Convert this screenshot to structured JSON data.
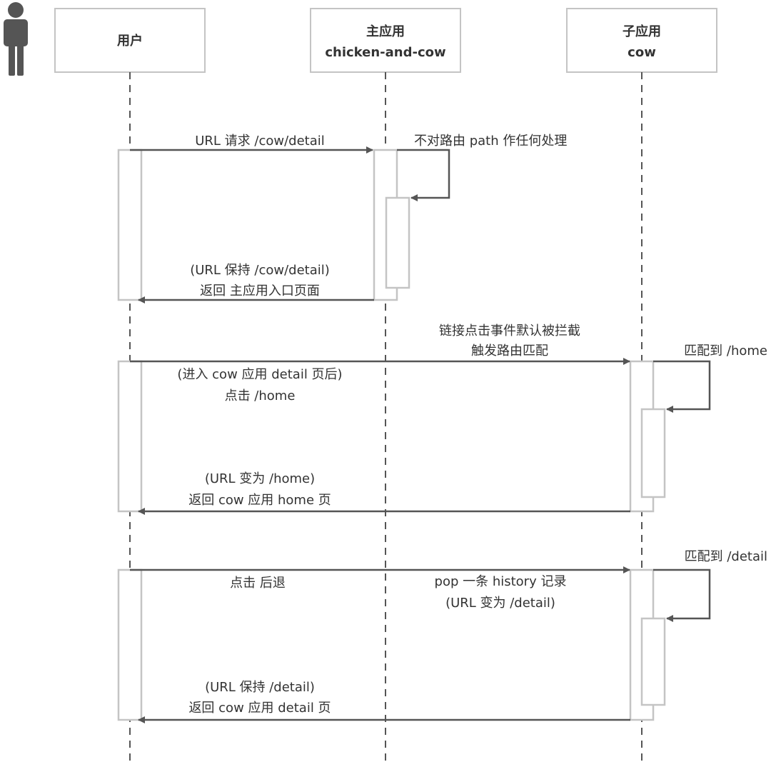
{
  "participants": [
    {
      "title": "用户",
      "subtitle": ""
    },
    {
      "title": "主应用",
      "subtitle": "chicken-and-cow"
    },
    {
      "title": "子应用",
      "subtitle": "cow"
    }
  ],
  "messages": {
    "m1": "URL 请求 /cow/detail",
    "m2": "不对路由 path 作任何处理",
    "m3_line1": "(URL 保持 /cow/detail)",
    "m3_line2": "返回 主应用入口页面",
    "m4_line1": "链接点击事件默认被拦截",
    "m4_line2": "触发路由匹配",
    "m5": "匹配到 /home",
    "m6_line1": "(进入 cow 应用 detail 页后)",
    "m6_line2": "点击 /home",
    "m7_line1": "(URL 变为 /home)",
    "m7_line2": "返回 cow 应用 home 页",
    "m8": "匹配到 /detail",
    "m9": "点击 后退",
    "m10_line1": "pop 一条 history 记录",
    "m10_line2": "(URL 变为 /detail)",
    "m11_line1": "(URL 保持 /detail)",
    "m11_line2": "返回 cow 应用 detail 页"
  },
  "colors": {
    "line": "#555555",
    "box": "#c4c4c4",
    "lifeline": "#555555",
    "actor": "#555555",
    "text": "#333333"
  }
}
